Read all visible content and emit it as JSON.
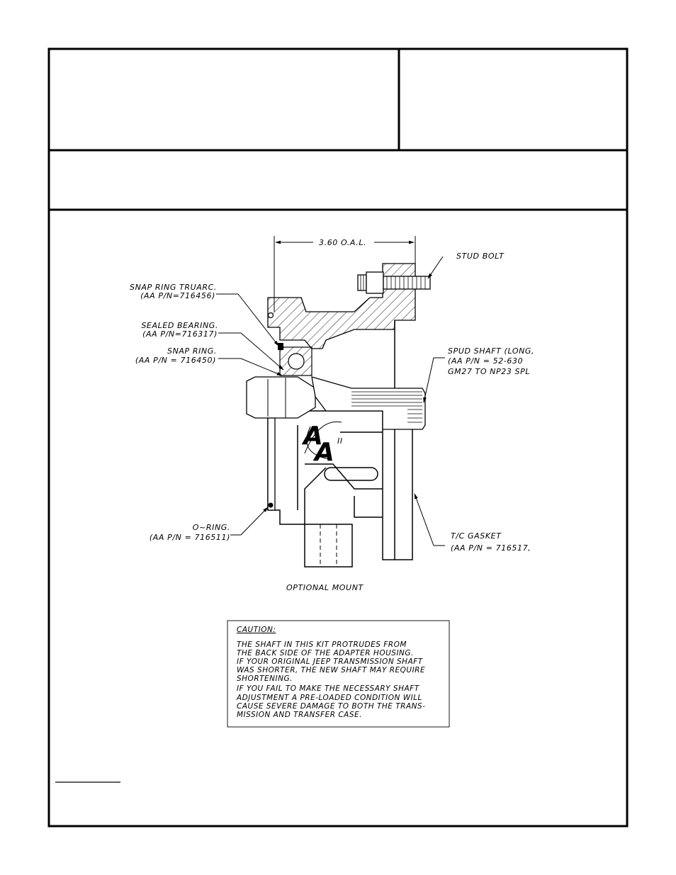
{
  "drawing": {
    "dimension": "3.60 O.A.L.",
    "labels": {
      "stud_bolt": "STUD BOLT",
      "snap_ring_truarc": "SNAP RING TRUARC.",
      "snap_ring_truarc_pn": "(AA P/N=716456)",
      "sealed_bearing": "SEALED BEARING.",
      "sealed_bearing_pn": "(AA P/N=716317)",
      "snap_ring": "SNAP RING.",
      "snap_ring_pn": "(AA P/N = 716450)",
      "spud_shaft": "SPUD SHAFT (LONG,",
      "spud_shaft_pn": "(AA P/N = 52-630",
      "spud_shaft_desc": "GM27 TO NP23 SPL",
      "o_ring": "O~RING.",
      "o_ring_pn": "(AA P/N = 716511)",
      "tc_gasket": "T/C GASKET",
      "tc_gasket_pn": "(AA P/N = 716517,",
      "optional_mount": "OPTIONAL MOUNT"
    },
    "logo": {
      "letter_top": "A",
      "letter_bottom": "A",
      "mark": "II"
    }
  },
  "caution": {
    "heading": "CAUTION:",
    "lines": [
      "THE SHAFT IN THIS KIT PROTRUDES FROM",
      "THE BACK SIDE OF THE ADAPTER HOUSING.",
      "IF YOUR ORIGINAL JEEP TRANSMISSION SHAFT",
      "WAS SHORTER, THE NEW SHAFT MAY REQUIRE",
      "SHORTENING.",
      "IF YOU FAIL TO MAKE THE NECESSARY SHAFT",
      "ADJUSTMENT A PRE-LOADED CONDITION WILL",
      "CAUSE SEVERE DAMAGE TO BOTH THE TRANS-",
      "MISSION AND TRANSFER CASE."
    ]
  }
}
